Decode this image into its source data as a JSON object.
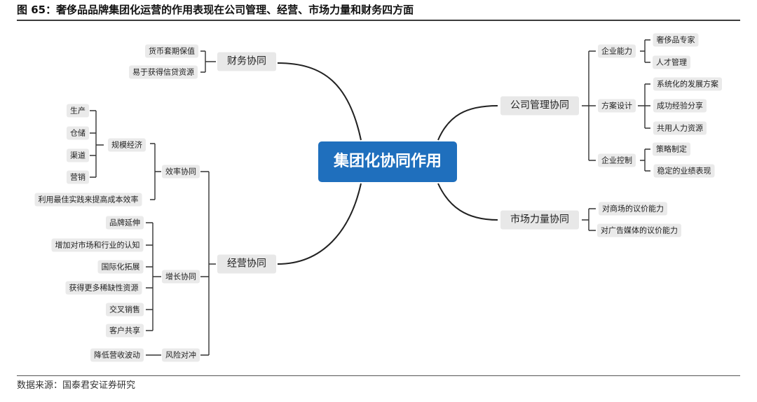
{
  "title": "图 65：奢侈品品牌集团化运营的作用表现在公司管理、经营、市场力量和财务四方面",
  "source": "数据来源：国泰君安证券研究",
  "mindmap": {
    "center": "集团化协同作用",
    "caiwu": {
      "label": "财务协同",
      "items": [
        "货币套期保值",
        "易于获得信贷资源"
      ]
    },
    "jingying": {
      "label": "经营协同",
      "xiaolv": {
        "label": "效率协同",
        "guimo": {
          "label": "规模经济",
          "items": [
            "生产",
            "仓储",
            "渠道",
            "营销"
          ]
        },
        "best": "利用最佳实践来提高成本效率"
      },
      "zengzhang": {
        "label": "增长协同",
        "items": [
          "品牌延伸",
          "增加对市场和行业的认知",
          "国际化拓展",
          "获得更多稀缺性资源",
          "交叉销售",
          "客户共享"
        ]
      },
      "fengxian": {
        "label": "风险对冲",
        "items": [
          "降低营收波动"
        ]
      }
    },
    "guanli": {
      "label": "公司管理协同",
      "nengli": {
        "label": "企业能力",
        "items": [
          "奢侈品专家",
          "人才管理"
        ]
      },
      "fangan": {
        "label": "方案设计",
        "items": [
          "系统化的发展方案",
          "成功经验分享",
          "共用人力资源"
        ]
      },
      "kongzhi": {
        "label": "企业控制",
        "items": [
          "策略制定",
          "稳定的业绩表现"
        ]
      }
    },
    "shichang": {
      "label": "市场力量协同",
      "items": [
        "对商场的议价能力",
        "对广告媒体的议价能力"
      ]
    }
  }
}
